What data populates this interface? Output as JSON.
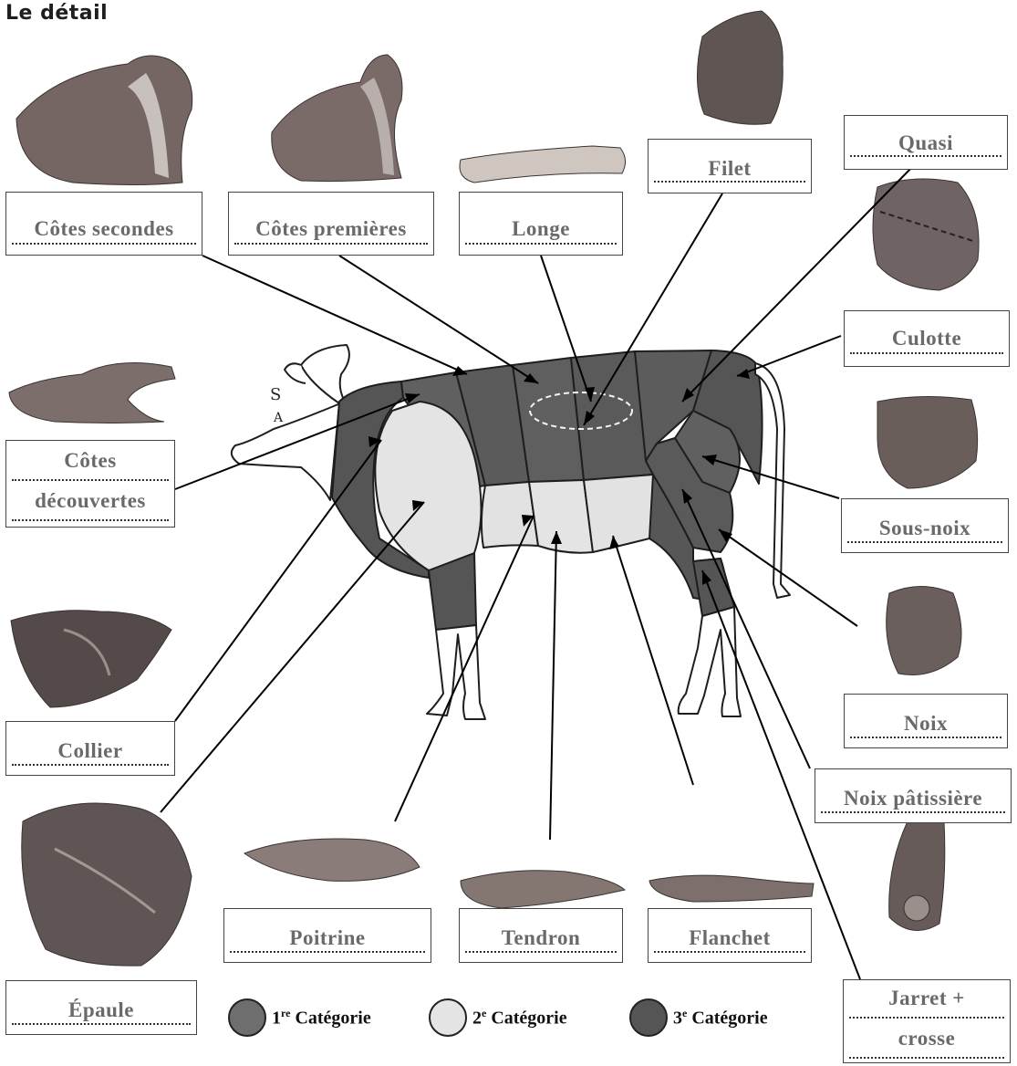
{
  "heading": "Le détail",
  "labels": {
    "cotes_secondes": "Côtes secondes",
    "cotes_premieres": "Côtes premières",
    "longe": "Longe",
    "filet": "Filet",
    "quasi": "Quasi",
    "culotte": "Culotte",
    "cotes_decouvertes_1": "Côtes",
    "cotes_decouvertes_2": "découvertes",
    "sous_noix": "Sous-noix",
    "collier": "Collier",
    "noix": "Noix",
    "noix_patissiere": "Noix pâtissière",
    "epaule": "Épaule",
    "poitrine": "Poitrine",
    "tendron": "Tendron",
    "flanchet": "Flanchet",
    "jarret_1": "Jarret +",
    "jarret_2": "crosse"
  },
  "legend": [
    {
      "num": "1",
      "sup": "re",
      "text": " Catégorie",
      "color": "#6e6e6e"
    },
    {
      "num": "2",
      "sup": "e",
      "text": " Catégorie",
      "color": "#e4e4e4"
    },
    {
      "num": "3",
      "sup": "e",
      "text": " Catégorie",
      "color": "#555555"
    }
  ],
  "colors": {
    "first_category": "#5c5c5c",
    "second_category": "#e2e2e2",
    "third_category": "#555555",
    "meat_photo": "#6d5f5b"
  }
}
